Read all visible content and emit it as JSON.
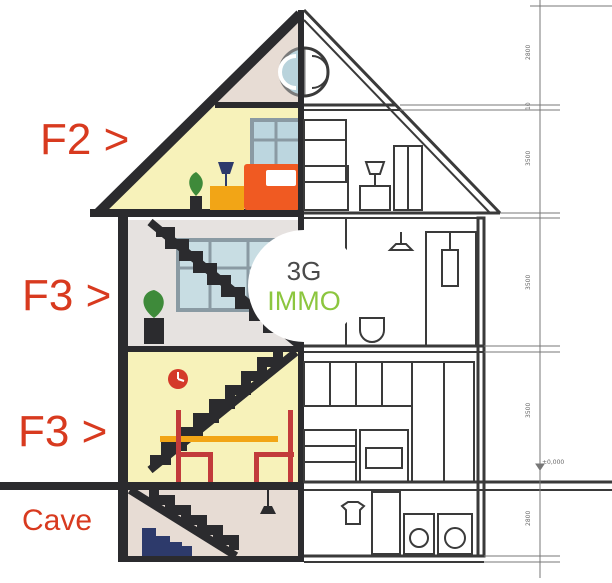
{
  "floors": [
    {
      "label": "F2 >"
    },
    {
      "label": "F3 >"
    },
    {
      "label": "F3 >"
    },
    {
      "label": "Cave"
    }
  ],
  "logo": {
    "line1": "3G",
    "line2": "IMMO",
    "line2_color": "#8cc63f"
  },
  "dimensions": [
    "2800",
    "3500",
    "3500",
    "3500",
    "2800",
    "10",
    "±0,000"
  ],
  "colors": {
    "wall": "#2b2b2e",
    "attic": "#e7dcd4",
    "upper_floor": "#f7f2ba",
    "middle_floor": "#e6e2e0",
    "ground_floor": "#f7f2ba",
    "cellar": "#e7dcd4",
    "sofa": "#f05a22",
    "label": "#d83a1f"
  }
}
